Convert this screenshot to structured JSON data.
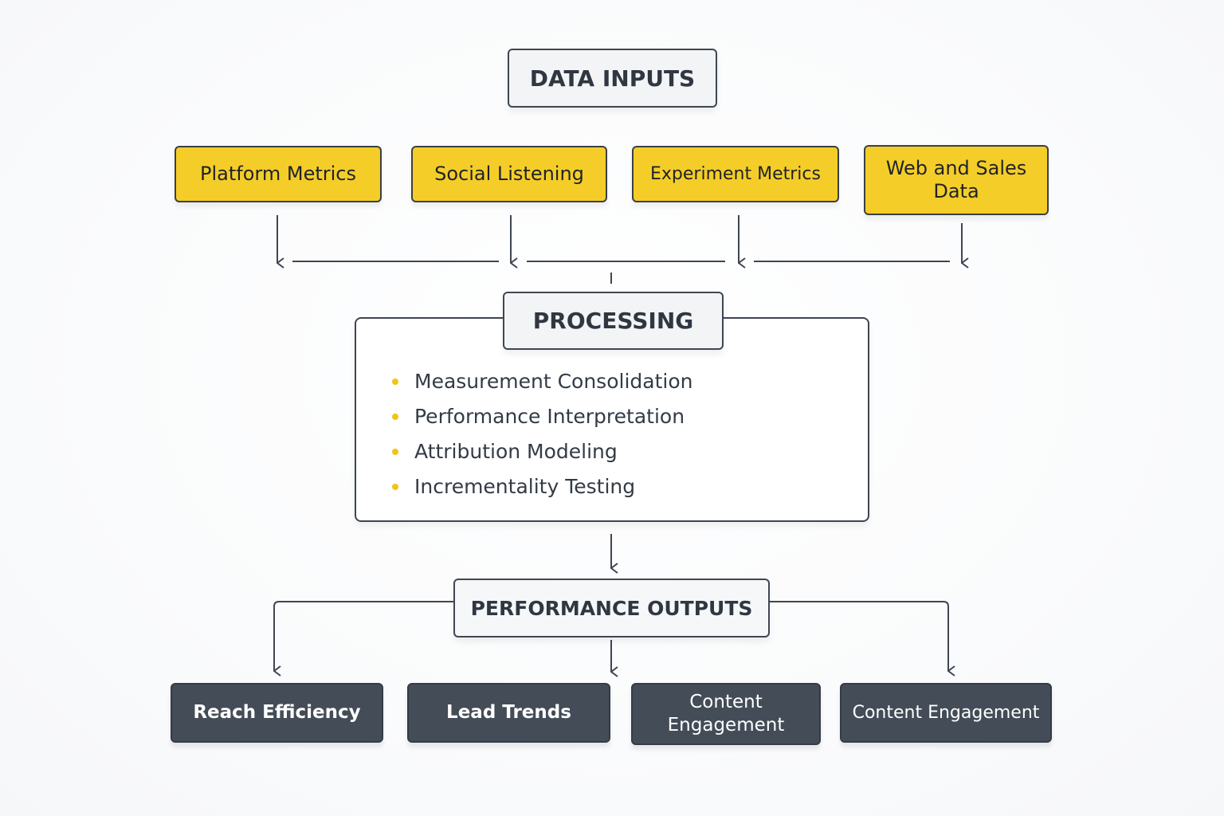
{
  "inputs_header": {
    "title": "DATA INPUTS"
  },
  "inputs": [
    {
      "label": "Platform Metrics"
    },
    {
      "label": "Social Listening"
    },
    {
      "label": "Experiment Metrics"
    },
    {
      "label": "Web and Sales Data"
    }
  ],
  "processing": {
    "title": "PROCESSING",
    "items": [
      "Measurement Consolidation",
      "Performance Interpretation",
      "Attribution Modeling",
      "Incrementality Testing"
    ],
    "bullet_color": "#f2c414"
  },
  "outputs_header": {
    "title": "PERFORMANCE OUTPUTS"
  },
  "outputs": [
    {
      "label": "Reach Efficiency"
    },
    {
      "label": "Lead Trends"
    },
    {
      "label": "Content Engagement"
    },
    {
      "label": "Content Engagement"
    }
  ],
  "colors": {
    "input_fill": "#f5cd28",
    "output_fill": "#434c57",
    "header_fill": "#f3f4f6",
    "line": "#3e4652"
  }
}
